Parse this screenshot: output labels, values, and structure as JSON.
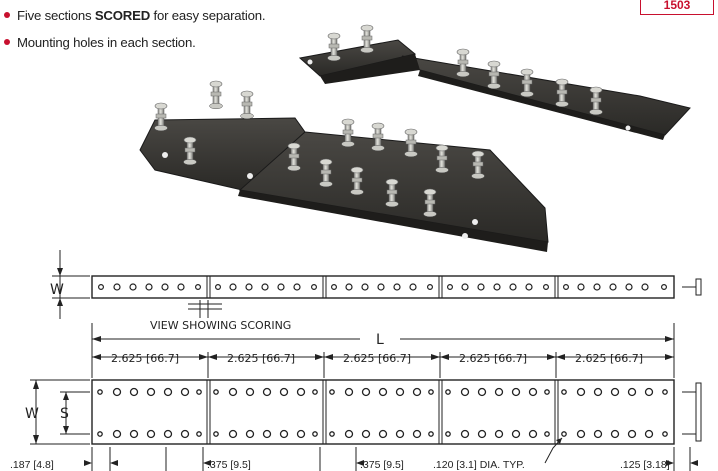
{
  "part_number": "1503",
  "accent_color": "#c8102e",
  "bullets": [
    {
      "pre": "Five sections ",
      "bold": "SCORED",
      "post": " for easy separation."
    },
    {
      "pre": "Mounting holes in each section.",
      "bold": "",
      "post": ""
    }
  ],
  "drawing": {
    "label_w_top": "W",
    "label_w_side": "W",
    "label_s": "S",
    "label_l": "L",
    "view_caption": "VIEW SHOWING SCORING",
    "section_dims": [
      "2.625 [66.7]",
      "2.625 [66.7]",
      "2.625 [66.7]",
      "2.625 [66.7]",
      "2.625 [66.7]"
    ],
    "dim_edge_left": ".187 [4.8]",
    "dim_pitch_1": ".375 [9.5]",
    "dim_pitch_2": ".375 [9.5]",
    "dim_hole": ".120 [3.1] DIA. TYP.",
    "dim_edge_right": ".125 [3.18]"
  }
}
